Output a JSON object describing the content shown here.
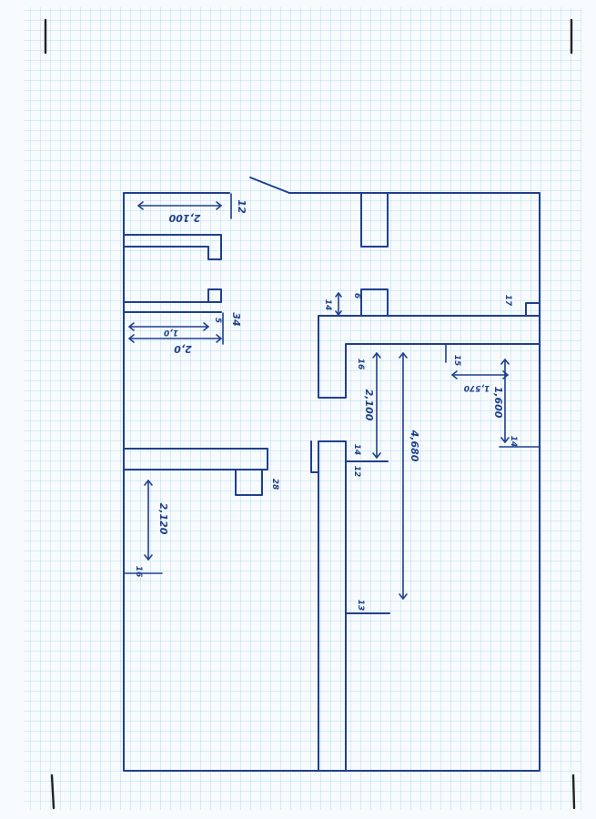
{
  "sheet": {
    "grid_color": "#9ccbe6",
    "paper_color": "#f7fbfd",
    "ink_color": "#1f3f8f"
  },
  "dimensions": {
    "top_room_width": "2,100",
    "top_right_wall": "12",
    "wall_thickness_left": "34",
    "shelf_depth_short": "1,0",
    "shelf_depth_long": "2,0",
    "shelf_thickness": "5",
    "pillar_small": "6",
    "pillar_height": "14",
    "right_wall_thin": "17",
    "corridor_wall": "16",
    "corridor_length": "2,100",
    "long_run": "4,680",
    "step_depth": "1,570",
    "step_offset": "15",
    "right_room_depth": "1,600",
    "right_room_wall": "14",
    "corridor_gap": "12",
    "corridor_gap_left": "14",
    "bottom_wall": "13",
    "lower_room_width": "2,120",
    "lower_left_wall": "16",
    "box_thickness": "28"
  }
}
